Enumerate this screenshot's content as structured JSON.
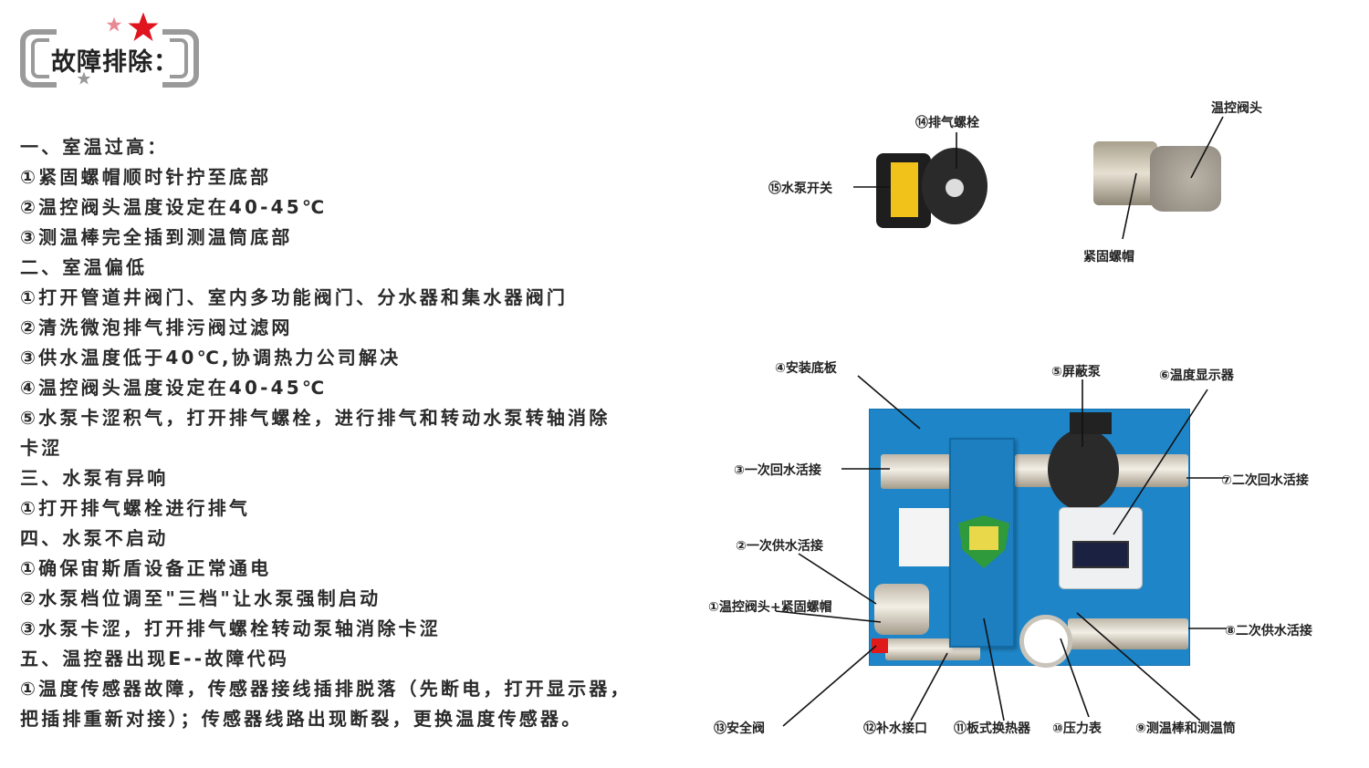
{
  "title": "故障排除：",
  "lines": [
    "一、室温过高：",
    "①紧固螺帽顺时针拧至底部",
    "②温控阀头温度设定在40-45℃",
    "③测温棒完全插到测温筒底部",
    "二、室温偏低",
    "①打开管道井阀门、室内多功能阀门、分水器和集水器阀门",
    "②清洗微泡排气排污阀过滤网",
    "③供水温度低于40℃,协调热力公司解决",
    "④温控阀头温度设定在40-45℃",
    "⑤水泵卡涩积气，打开排气螺栓，进行排气和转动水泵转轴消除",
    "卡涩",
    "三、水泵有异响",
    "①打开排气螺栓进行排气",
    "四、水泵不启动",
    "①确保宙斯盾设备正常通电",
    "②水泵档位调至\"三档\"让水泵强制启动",
    "③水泵卡涩，打开排气螺栓转动泵轴消除卡涩",
    "五、温控器出现E--故障代码",
    "①温度传感器故障，传感器接线插排脱落（先断电，打开显示器，",
    "把插排重新对接）；传感器线路出现断裂，更换温度传感器。"
  ],
  "top_labels": {
    "vent_bolt": "⑭排气螺栓",
    "pump_switch": "⑮水泵开关",
    "valve_head": "温控阀头",
    "lock_nut": "紧固螺帽"
  },
  "panel_labels": {
    "base_plate": "④安装底板",
    "shield_pump": "⑤屏蔽泵",
    "temp_display": "⑥温度显示器",
    "primary_return": "③一次回水活接",
    "secondary_return": "⑦二次回水活接",
    "primary_supply": "②一次供水活接",
    "valve_nut": "①温控阀头+紧固螺帽",
    "secondary_supply": "⑧二次供水活接",
    "safety_valve": "⑬安全阀",
    "makeup_port": "⑫补水接口",
    "plate_hx": "⑪板式换热器",
    "pressure_gauge": "⑩压力表",
    "temp_probe": "⑨测温棒和测温筒"
  },
  "colors": {
    "panel": "#1e86c8",
    "star": "#e0141e"
  }
}
